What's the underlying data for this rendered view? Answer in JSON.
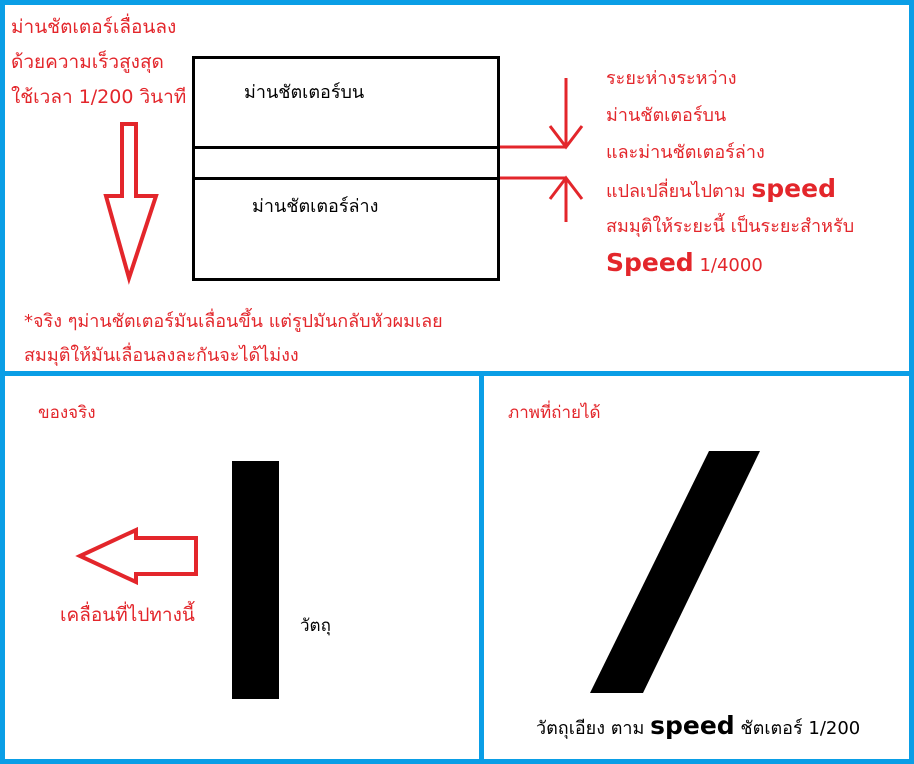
{
  "top_panel": {
    "note_lines": [
      "ม่านชัตเตอร์เลื่อนลง",
      "ด้วยความเร็วสูงสุด",
      "ใช้เวลา 1/200 วินาที"
    ],
    "upper_curtain_label": "ม่านชัตเตอร์บน",
    "lower_curtain_label": "ม่านชัตเตอร์ล่าง",
    "gap_note": {
      "line1": "ระยะห่างระหว่าง",
      "line2": "ม่านชัตเตอร์บน",
      "line3": "และม่านชัตเตอร์ล่าง",
      "line4_prefix": "แปลเปลี่ยนไปตาม ",
      "line4_speed": "speed",
      "line5": "สมมุติให้ระยะนี้ เป็นระยะสำหรับ",
      "line6_speed": "Speed",
      "line6_value": " 1/4000"
    },
    "footnote_lines": [
      "*จริง ๆม่านชัตเตอร์มันเลื่อนขึ้น แต่รูปมันกลับหัวผมเลย",
      "สมมุติให้มันเลื่อนลงละกันจะได้ไม่งง"
    ]
  },
  "left_panel": {
    "title": "ของจริง",
    "motion_label": "เคลื่อนที่ไปทางนี้",
    "object_label": "วัตถุ"
  },
  "right_panel": {
    "title": "ภาพที่ถ่ายได้",
    "caption_prefix": "วัตถุเอียง ตาม ",
    "caption_speed": "speed",
    "caption_suffix": " ชัตเตอร์ 1/200"
  },
  "colors": {
    "frame": "#0a9ee6",
    "annotation": "#e3262b",
    "ink": "#000000"
  }
}
